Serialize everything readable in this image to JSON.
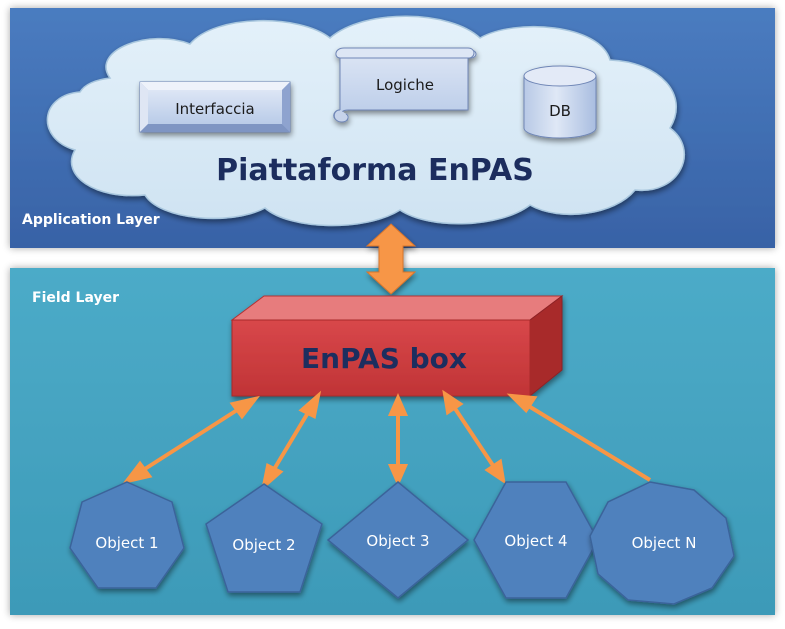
{
  "application_layer": {
    "label": "Application Layer",
    "platform": {
      "title": "Piattaforma EnPAS",
      "components": [
        {
          "label": "Interfaccia"
        },
        {
          "label": "Logiche"
        },
        {
          "label": "DB"
        }
      ]
    }
  },
  "field_layer": {
    "label": "Field Layer",
    "box": {
      "label": "EnPAS box"
    },
    "objects": [
      {
        "label": "Object 1"
      },
      {
        "label": "Object 2"
      },
      {
        "label": "Object 3"
      },
      {
        "label": "Object 4"
      },
      {
        "label": "Object N"
      }
    ]
  },
  "colors": {
    "application_layer_bg": "#3f6fb4",
    "field_layer_bg": "#43a3c0",
    "cloud_fill": "#d9ecf7",
    "title_text": "#1c2d5e",
    "box_front": "#cf3a3c",
    "arrow": "#f79646",
    "object_fill": "#4f81bd",
    "object_stroke": "#3a649a",
    "component_fill": "#c8d6ee"
  }
}
